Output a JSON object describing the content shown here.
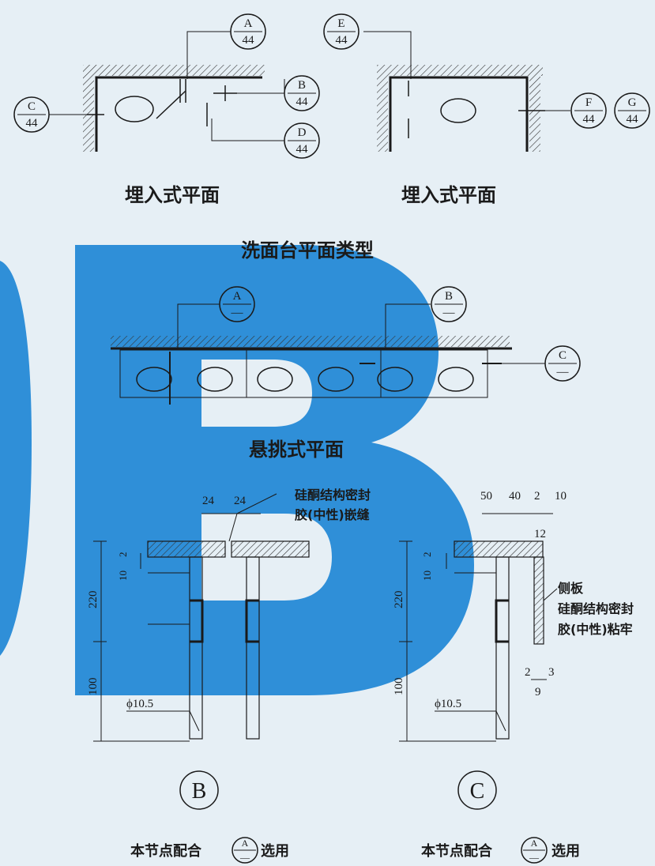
{
  "titles": {
    "embedded_plan_1": "埋入式平面",
    "embedded_plan_2": "埋入式平面",
    "basin_plan_types": "洗面台平面类型",
    "cantilever_plan": "悬挑式平面"
  },
  "callouts": {
    "top_A": {
      "top": "A",
      "bottom": "44"
    },
    "top_B": {
      "top": "B",
      "bottom": "44"
    },
    "top_C": {
      "top": "C",
      "bottom": "44"
    },
    "top_D": {
      "top": "D",
      "bottom": "44"
    },
    "top_E": {
      "top": "E",
      "bottom": "44"
    },
    "top_F": {
      "top": "F",
      "bottom": "44"
    },
    "top_G": {
      "top": "G",
      "bottom": "44"
    },
    "mid_A": {
      "top": "A",
      "bottom": "—"
    },
    "mid_B": {
      "top": "B",
      "bottom": "—"
    },
    "mid_C": {
      "top": "C",
      "bottom": "—"
    },
    "foot_B": {
      "top": "A",
      "bottom": "—"
    },
    "foot_C": {
      "top": "A",
      "bottom": "—"
    }
  },
  "detail_B": {
    "label": "B",
    "dim_top_1": "24",
    "dim_top_2": "24",
    "sealant_line1": "硅酮结构密封",
    "sealant_line2": "胶(中性)嵌缝",
    "dim_vertical_220": "220",
    "dim_vertical_100": "100",
    "dim_small": "10",
    "dim_small_2": "2",
    "rod": "ϕ10.5",
    "footer_prefix": "本节点配合",
    "footer_suffix": "选用"
  },
  "detail_C": {
    "label": "C",
    "dim_50": "50",
    "dim_40": "40",
    "dim_2": "2",
    "dim_10": "10",
    "dim_12": "12",
    "side_panel": "侧板",
    "sealant_line1": "硅酮结构密封",
    "sealant_line2": "胶(中性)粘牢",
    "dim_vertical_220": "220",
    "dim_vertical_100": "100",
    "dim_small": "10",
    "dim_small_2": "2",
    "dim_2b": "2",
    "dim_3": "3",
    "dim_9": "9",
    "rod": "ϕ10.5",
    "footer_prefix": "本节点配合",
    "footer_suffix": "选用"
  },
  "watermark": "B",
  "colors": {
    "background": "#e6eff5",
    "watermark": "#2f8fd8",
    "ink": "#1a1a1a"
  }
}
